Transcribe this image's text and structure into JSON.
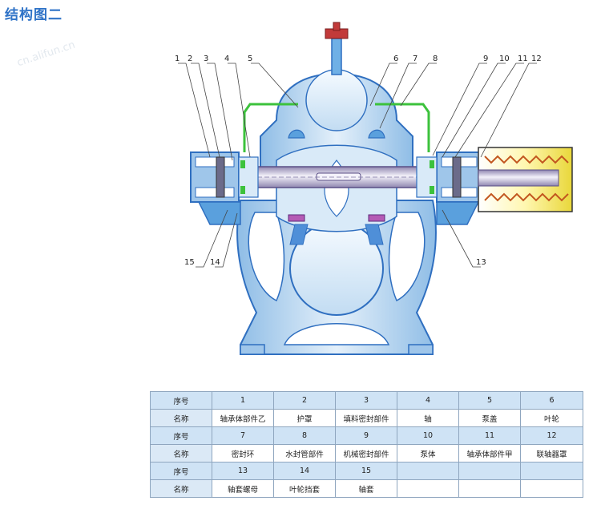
{
  "title": "结构图二",
  "watermark": "cn.alifun.cn",
  "callouts": {
    "c1": "1",
    "c2": "2",
    "c3": "3",
    "c4": "4",
    "c5": "5",
    "c6": "6",
    "c7": "7",
    "c8": "8",
    "c9": "9",
    "c10": "10",
    "c11": "11",
    "c12": "12",
    "c13": "13",
    "c14": "14",
    "c15": "15"
  },
  "colors": {
    "casing": "#cfe3f5",
    "casing_stroke": "#2f6fc0",
    "water_pipe": "#3cc23c",
    "shaft": "#b9b3cf",
    "coupling": "#f2e15a",
    "table_header": "#cfe3f5",
    "title": "#2f73c7"
  },
  "table": {
    "seq_label": "序号",
    "name_label": "名称",
    "rows": [
      {
        "seq": [
          "1",
          "2",
          "3",
          "4",
          "5",
          "6"
        ],
        "name": [
          "轴承体部件乙",
          "护罩",
          "填料密封部件",
          "轴",
          "泵盖",
          "叶轮"
        ]
      },
      {
        "seq": [
          "7",
          "8",
          "9",
          "10",
          "11",
          "12"
        ],
        "name": [
          "密封环",
          "水封管部件",
          "机械密封部件",
          "泵体",
          "轴承体部件甲",
          "联轴器罩"
        ]
      },
      {
        "seq": [
          "13",
          "14",
          "15",
          "",
          "",
          ""
        ],
        "name": [
          "轴套螺母",
          "叶轮挡套",
          "轴套",
          "",
          "",
          ""
        ]
      }
    ]
  }
}
